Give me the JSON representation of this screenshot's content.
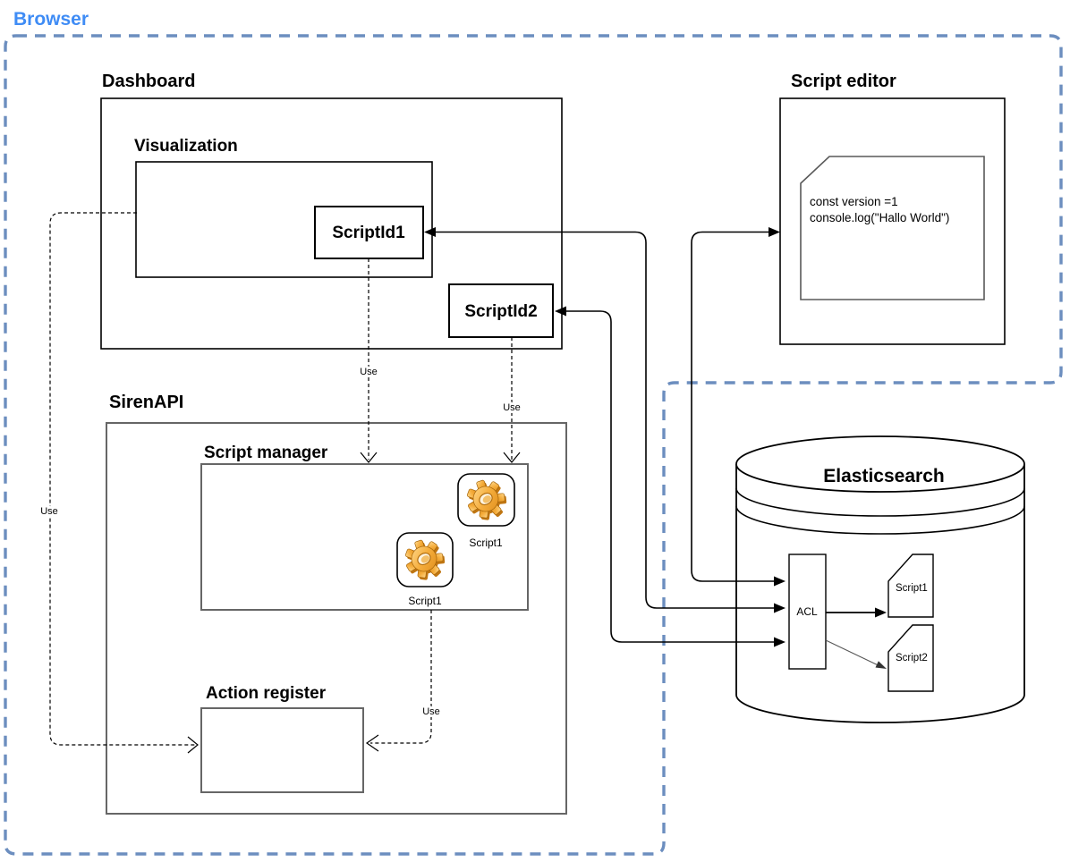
{
  "browser": {
    "label": "Browser"
  },
  "dashboard": {
    "label": "Dashboard"
  },
  "visualization": {
    "label": "Visualization"
  },
  "scriptid1": {
    "label": "ScriptId1"
  },
  "scriptid2": {
    "label": "ScriptId2"
  },
  "script_editor": {
    "label": "Script editor",
    "code_line1": "const version =1",
    "code_line2": "console.log(\"Hallo World\")"
  },
  "sirenapi": {
    "label": "SirenAPI"
  },
  "script_manager": {
    "label": "Script manager",
    "gear1_label": "Script1",
    "gear2_label": "Script1"
  },
  "action_register": {
    "label": "Action register"
  },
  "elasticsearch": {
    "label": "Elasticsearch",
    "acl_label": "ACL",
    "script1_label": "Script1",
    "script2_label": "Script2"
  },
  "edge_labels": {
    "use": "Use"
  },
  "edges": [
    {
      "between": [
        "ScriptId1",
        "ACL"
      ],
      "style": "solid",
      "arrows": "both"
    },
    {
      "between": [
        "Script editor",
        "ACL"
      ],
      "style": "solid",
      "arrows": "both"
    },
    {
      "between": [
        "ScriptId2",
        "ACL"
      ],
      "style": "solid",
      "arrows": "both"
    },
    {
      "from": "ACL",
      "to": "Script1",
      "style": "solid",
      "arrows": "end"
    },
    {
      "from": "ACL",
      "to": "Script2",
      "style": "thin",
      "arrows": "end"
    },
    {
      "from": "ScriptId1",
      "to": "Script manager",
      "style": "dashed",
      "label": "Use"
    },
    {
      "from": "ScriptId2",
      "to": "Script manager",
      "style": "dashed",
      "label": "Use"
    },
    {
      "from": "Script manager",
      "to": "Action register",
      "style": "dashed",
      "label": "Use"
    },
    {
      "from": "Visualization",
      "to": "Action register",
      "style": "dashed",
      "label": "Use"
    }
  ],
  "colors": {
    "browser_label": "#3f8cf5",
    "browser_boundary": "#6c8ebf",
    "gear": "#f2a93b"
  }
}
